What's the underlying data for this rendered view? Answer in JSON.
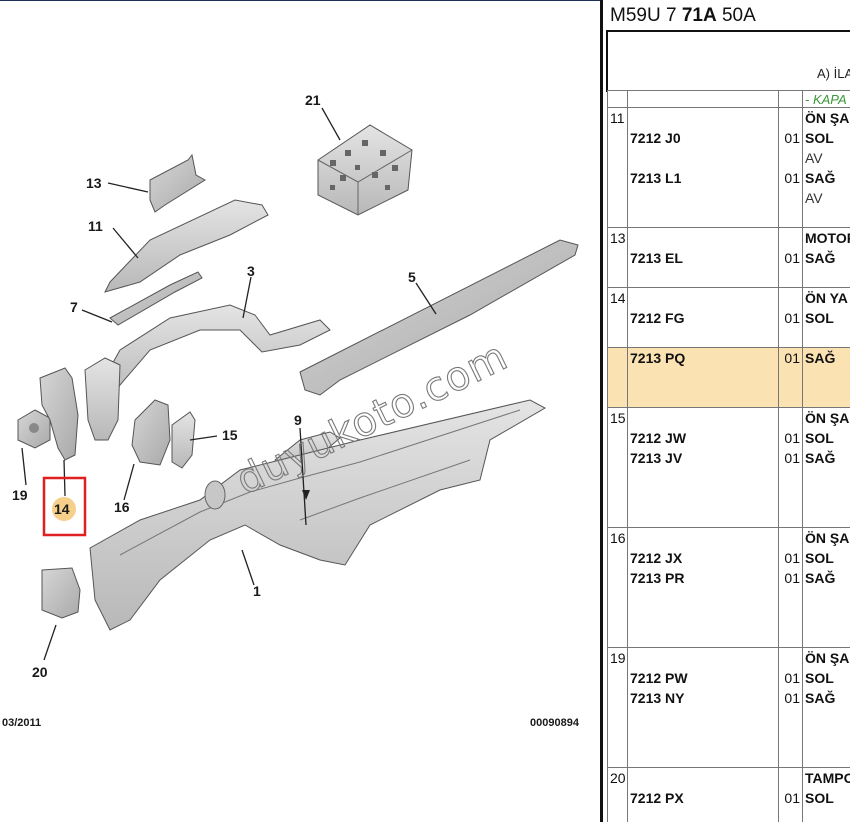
{
  "diagram": {
    "callouts": [
      {
        "id": "21",
        "label": "21"
      },
      {
        "id": "13",
        "label": "13"
      },
      {
        "id": "11",
        "label": "11"
      },
      {
        "id": "3",
        "label": "3"
      },
      {
        "id": "5",
        "label": "5"
      },
      {
        "id": "7",
        "label": "7"
      },
      {
        "id": "9",
        "label": "9"
      },
      {
        "id": "15",
        "label": "15"
      },
      {
        "id": "19",
        "label": "19"
      },
      {
        "id": "14",
        "label": "14"
      },
      {
        "id": "16",
        "label": "16"
      },
      {
        "id": "1",
        "label": "1"
      },
      {
        "id": "20",
        "label": "20"
      }
    ],
    "highlighted_callout": "14",
    "highlight_color": "#e02020",
    "marker_color": "#f6d08a",
    "date": "03/2011",
    "drawing_number": "00090894",
    "watermark": "duyukoto.com"
  },
  "panel": {
    "code_parts": [
      "M59U 7 ",
      "71A",
      " 50A"
    ],
    "section": "A) İLA",
    "subheader": "- KAPA",
    "rows": [
      {
        "num": "11",
        "items": [
          {
            "ref": "7212 J0",
            "qty": "01",
            "desc": [
              "ÖN ŞA",
              "SOL",
              "AV"
            ]
          },
          {
            "ref": "7213 L1",
            "qty": "01",
            "desc": [
              "SAĞ",
              "AV"
            ]
          }
        ]
      },
      {
        "num": "13",
        "items": [
          {
            "ref": "7213 EL",
            "qty": "01",
            "desc": [
              "MOTOR",
              "SAĞ"
            ]
          }
        ]
      },
      {
        "num": "14",
        "items": [
          {
            "ref": "7212 FG",
            "qty": "01",
            "desc": [
              "ÖN YA",
              "SOL"
            ]
          }
        ]
      },
      {
        "num": "",
        "highlight": true,
        "items": [
          {
            "ref": "7213 PQ",
            "qty": "01",
            "desc": [
              "SAĞ"
            ]
          }
        ]
      },
      {
        "num": "15",
        "items": [
          {
            "ref": "7212 JW",
            "qty": "01",
            "desc": [
              "ÖN ŞA",
              "SOL"
            ]
          },
          {
            "ref": "7213 JV",
            "qty": "01",
            "desc": [
              "SAĞ"
            ]
          }
        ]
      },
      {
        "num": "16",
        "items": [
          {
            "ref": "7212 JX",
            "qty": "01",
            "desc": [
              "ÖN ŞA",
              "SOL"
            ]
          },
          {
            "ref": "7213 PR",
            "qty": "01",
            "desc": [
              "SAĞ"
            ]
          }
        ]
      },
      {
        "num": "19",
        "items": [
          {
            "ref": "7212 PW",
            "qty": "01",
            "desc": [
              "ÖN ŞA",
              "SOL"
            ]
          },
          {
            "ref": "7213 NY",
            "qty": "01",
            "desc": [
              "SAĞ"
            ]
          }
        ]
      },
      {
        "num": "20",
        "items": [
          {
            "ref": "7212 PX",
            "qty": "01",
            "desc": [
              "TAMPO",
              "SOL"
            ]
          }
        ]
      }
    ]
  }
}
